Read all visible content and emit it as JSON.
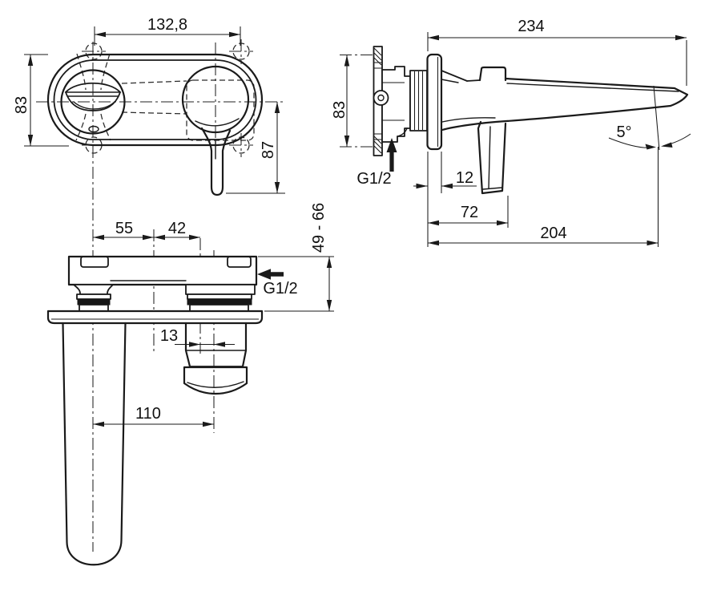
{
  "drawing": {
    "type": "technical-dimension-drawing",
    "subject": "wall-mounted single-lever basin mixer tap",
    "background_color": "#ffffff",
    "line_color": "#1a1a1a",
    "views": {
      "front": {
        "title": "front-view",
        "dims": {
          "hole_spacing": "132,8",
          "plate_height": "83",
          "lever_drop": "87"
        }
      },
      "side": {
        "title": "side-view",
        "dims": {
          "spout_reach_total": "234",
          "bracket_height": "83",
          "inlet_thread": "G1/2",
          "plate_depth": "12",
          "handle_reach": "72",
          "spout_reach_outlet": "204",
          "spout_tip_angle": "5°"
        }
      },
      "plan": {
        "title": "plan-view",
        "dims": {
          "spout_axis_to_plate_center": "55",
          "plate_center_to_cartridge": "42",
          "install_depth_range": "49 - 66",
          "outlet_thread": "G1/2",
          "cartridge_to_grip_offset": "13",
          "spout_axis_to_grip": "110"
        }
      }
    }
  }
}
